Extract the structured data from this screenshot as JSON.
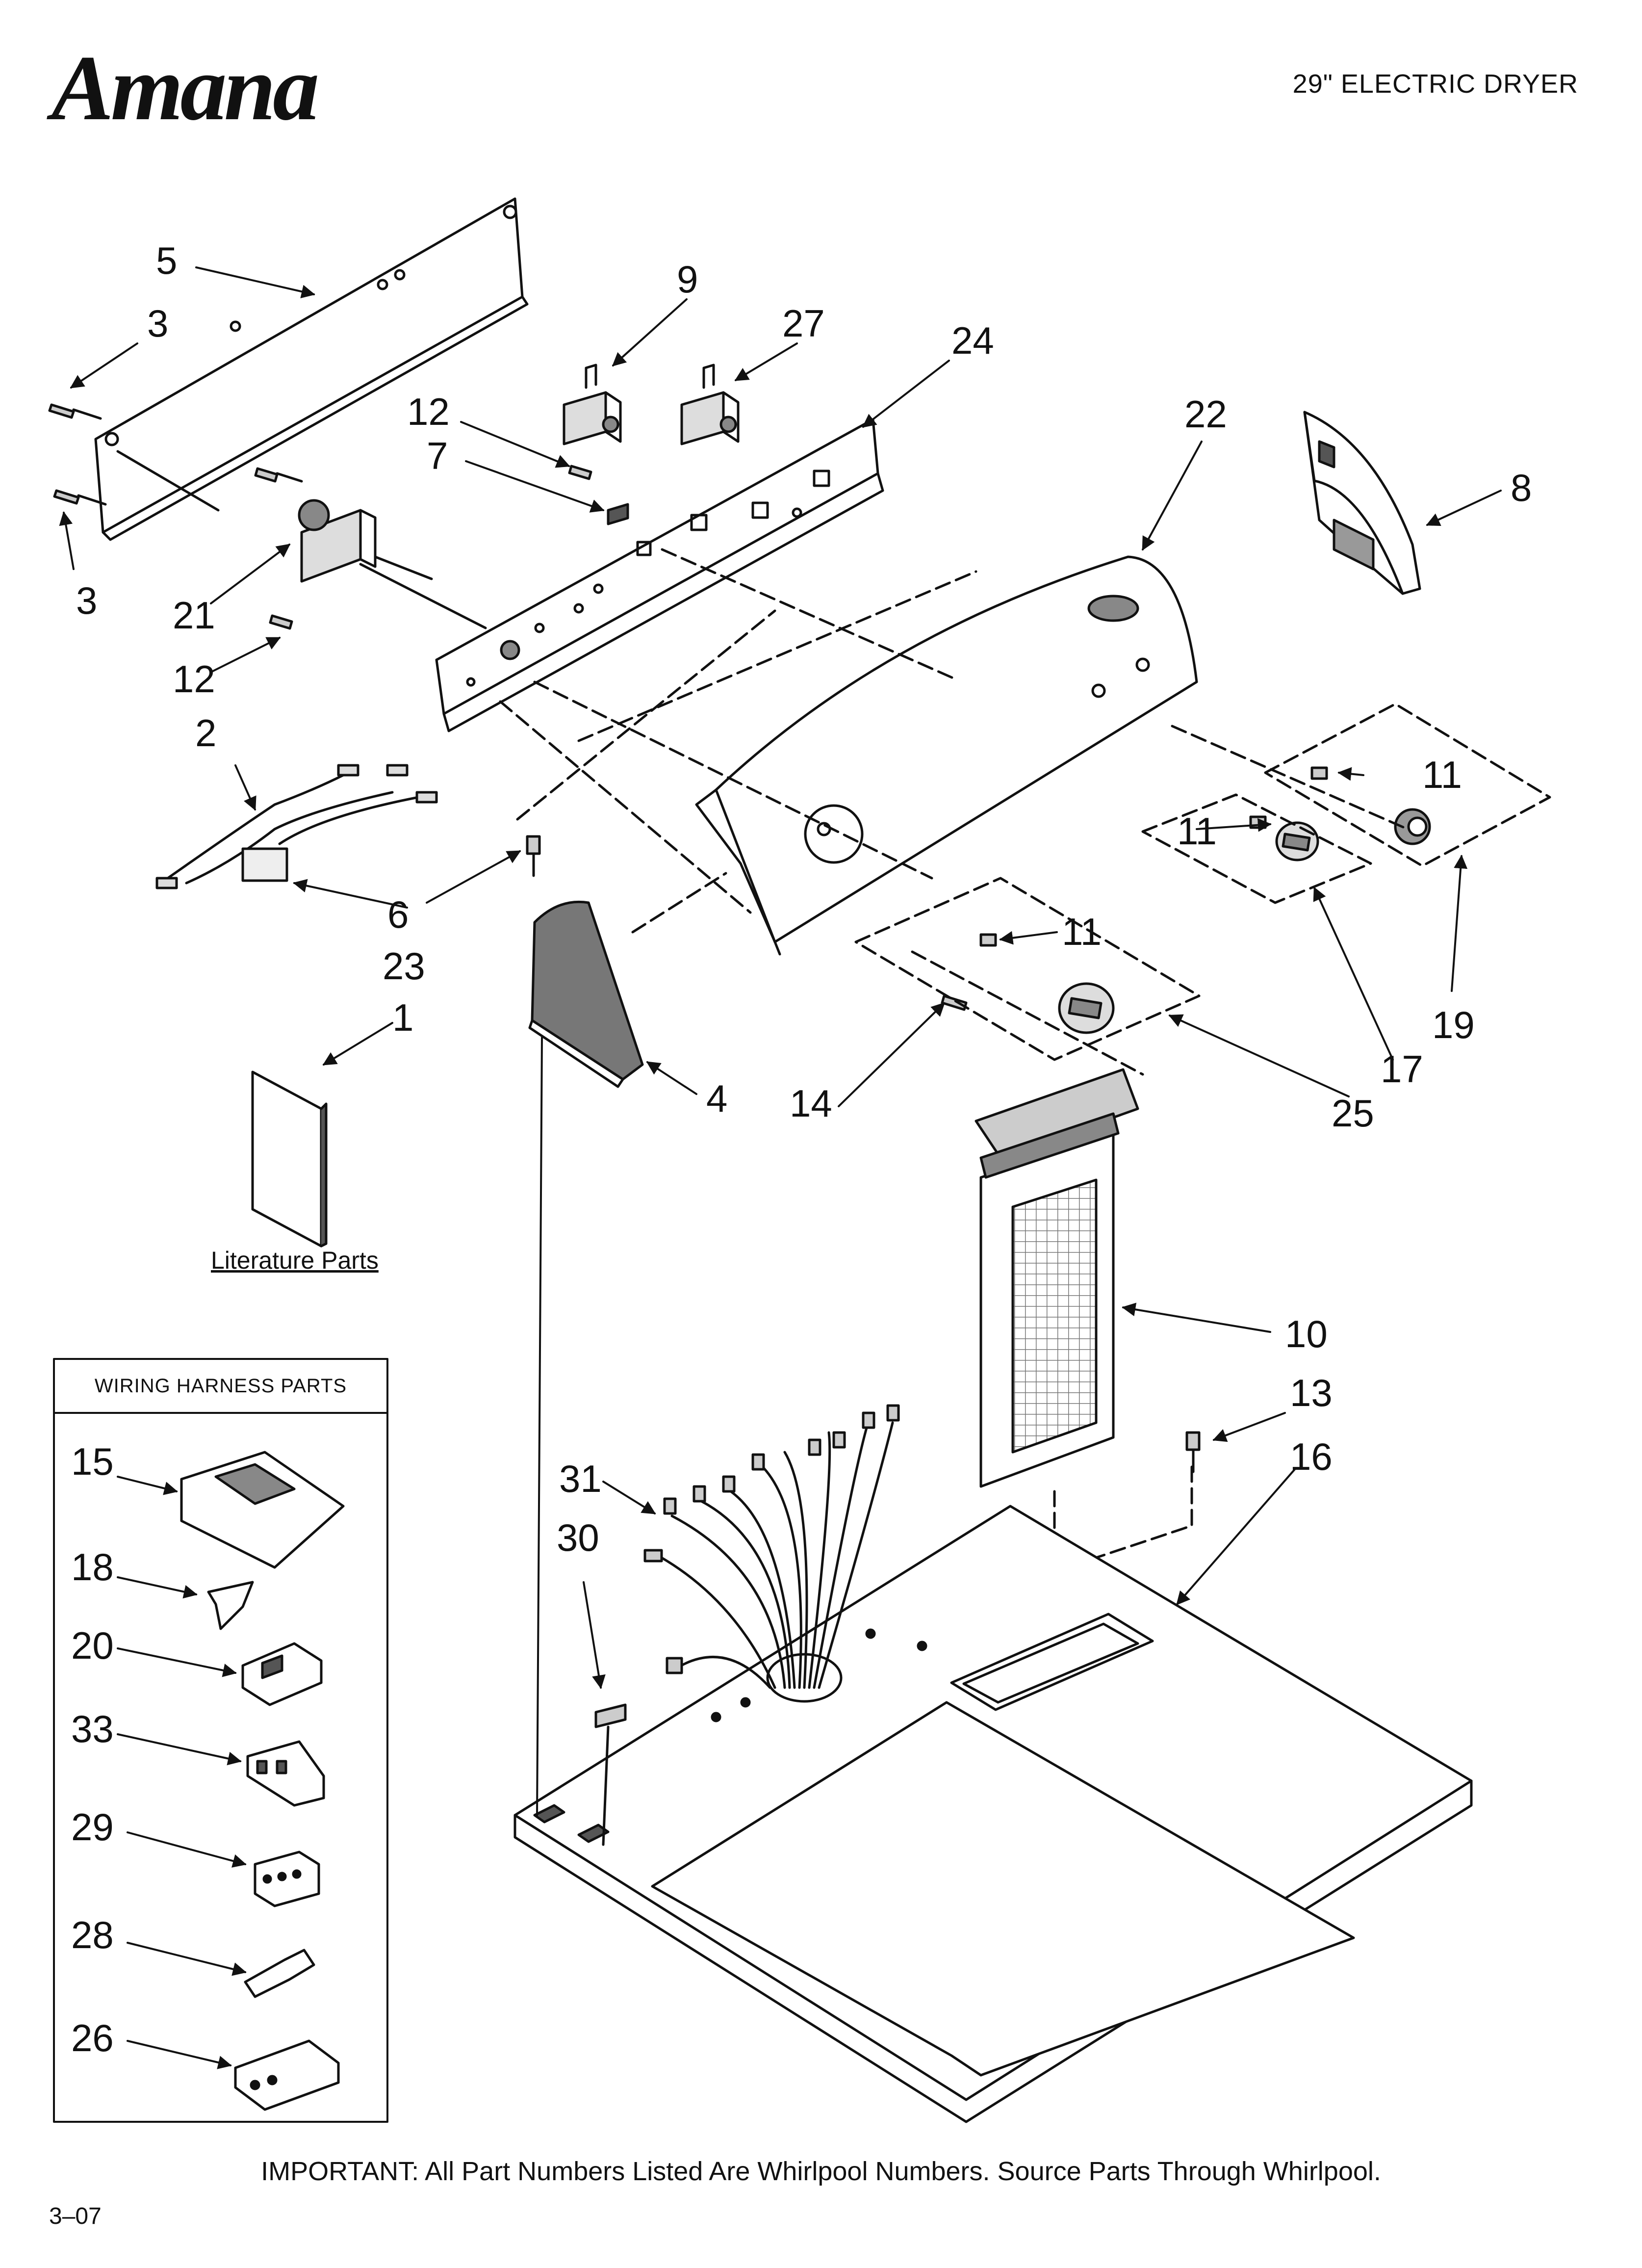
{
  "header": {
    "brand": "Amana",
    "model": "29\" ELECTRIC DRYER"
  },
  "callouts": {
    "c1": "1",
    "c2": "2",
    "c3a": "3",
    "c3b": "3",
    "c4": "4",
    "c5": "5",
    "c6": "6",
    "c7": "7",
    "c8": "8",
    "c9": "9",
    "c10": "10",
    "c11a": "11",
    "c11b": "11",
    "c11c": "11",
    "c12a": "12",
    "c12b": "12",
    "c13": "13",
    "c14": "14",
    "c16": "16",
    "c17": "17",
    "c19": "19",
    "c21": "21",
    "c22": "22",
    "c23": "23",
    "c24": "24",
    "c25": "25",
    "c27": "27",
    "c30": "30",
    "c31": "31"
  },
  "literature_label": "Literature Parts",
  "wiring_harness": {
    "title": "WIRING HARNESS PARTS",
    "items": [
      "15",
      "18",
      "20",
      "33",
      "29",
      "28",
      "26"
    ]
  },
  "footer": {
    "notice": "IMPORTANT: All Part Numbers Listed Are Whirlpool Numbers. Source Parts Through Whirlpool.",
    "date": "3–07"
  },
  "colors": {
    "line": "#111111",
    "fill_dark": "#555555",
    "fill_mid": "#9a9a9a",
    "fill_light": "#d8d8d8"
  }
}
